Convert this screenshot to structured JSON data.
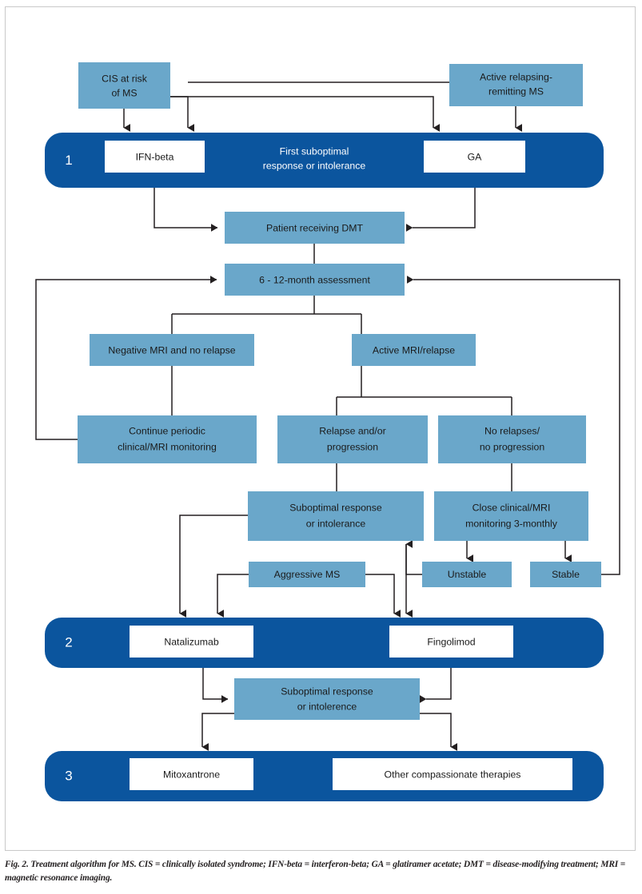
{
  "figure": {
    "caption": "Fig. 2. Treatment algorithm for MS. CIS = clinically isolated syndrome; IFN-beta = interferon-beta; GA = glatiramer acetate; DMT = disease-modifying treatment; MRI = magnetic resonance imaging."
  },
  "colors": {
    "light_blue": "#6aa7ca",
    "dark_blue": "#0b559e",
    "white": "#ffffff",
    "connector": "#231f20",
    "text": "#1a1a1a",
    "frame_border": "#c9c9c9"
  },
  "nodes": {
    "cis_at_risk": {
      "line1": "CIS at risk",
      "line2": "of MS"
    },
    "active_rrms": {
      "line1": "Active relapsing-",
      "line2": "remitting MS"
    },
    "band1_number": "1",
    "ifn_beta": "IFN-beta",
    "band1_label": {
      "line1": "First suboptimal",
      "line2": "response or intolerance"
    },
    "ga": "GA",
    "patient_receiving_dmt": "Patient receiving DMT",
    "assessment": "6 - 12-month assessment",
    "negative_mri": "Negative MRI and no relapse",
    "active_mri": "Active MRI/relapse",
    "continue_periodic": {
      "line1": "Continue periodic",
      "line2": "clinical/MRI monitoring"
    },
    "relapse_progression": {
      "line1": "Relapse and/or",
      "line2": "progression"
    },
    "no_relapses": {
      "line1": "No relapses/",
      "line2": "no progression"
    },
    "suboptimal_mid": {
      "line1": "Suboptimal response",
      "line2": "or intolerance"
    },
    "close_monitoring": {
      "line1": "Close clinical/MRI",
      "line2": "monitoring 3-monthly"
    },
    "aggressive_ms": "Aggressive MS",
    "unstable": "Unstable",
    "stable": "Stable",
    "band2_number": "2",
    "natalizumab": "Natalizumab",
    "fingolimod": "Fingolimod",
    "suboptimal_low": {
      "line1": "Suboptimal response",
      "line2": "or intolerence"
    },
    "band3_number": "3",
    "mitoxantrone": "Mitoxantrone",
    "other_therapies": "Other compassionate therapies"
  }
}
